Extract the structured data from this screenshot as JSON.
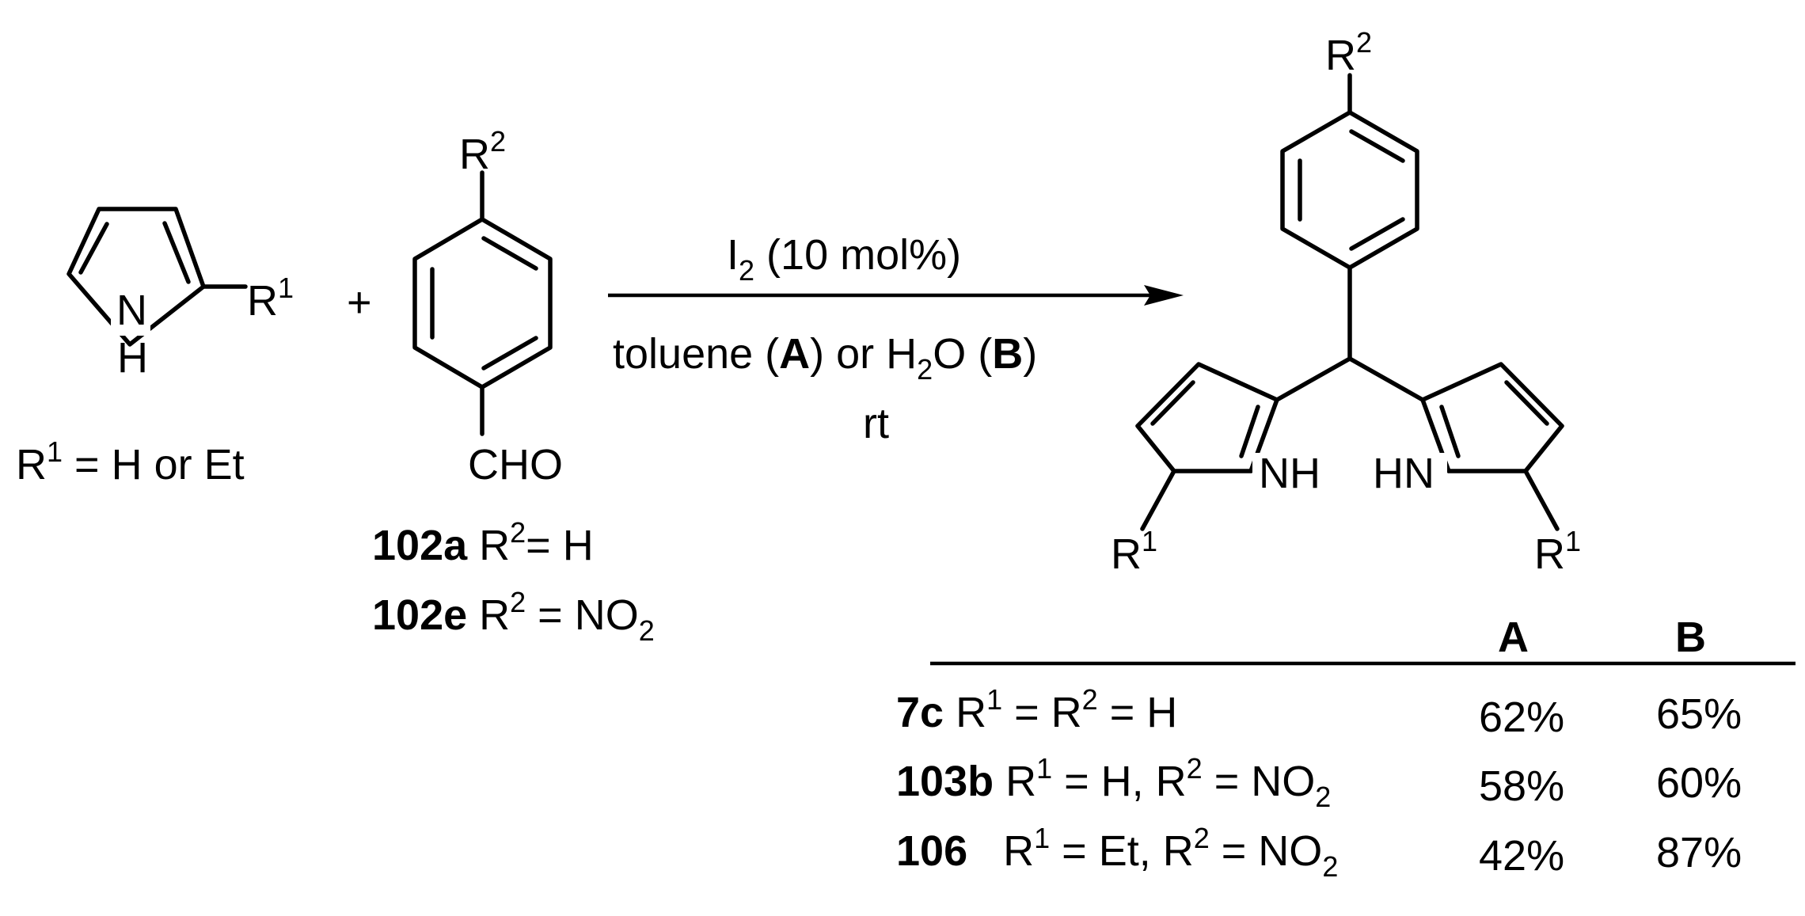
{
  "pyrrole": {
    "sub_r": "R",
    "sub_idx": "1",
    "n": "N",
    "h": "H",
    "note_r": "R",
    "note_idx": "1",
    "note_rest": " = H or Et"
  },
  "plus": "+",
  "aldehyde": {
    "sub_r": "R",
    "sub_idx": "2",
    "cho": "CHO",
    "line1_bold": "102a",
    "line1_r": " R",
    "line1_idx": "2",
    "line1_rest": "= H",
    "line2_bold": "102e",
    "line2_r": " R",
    "line2_idx": "2",
    "line2_eq": " = NO",
    "line2_sub": "2"
  },
  "conditions": {
    "cat_i": "I",
    "cat_sub": "2",
    "cat_rest": " (10 mol%)",
    "solv_pre": "toluene (",
    "solv_a": "A",
    "solv_mid": ") or H",
    "solv_sub": "2",
    "solv_o": "O (",
    "solv_b": "B",
    "solv_end": ")",
    "temp": "rt"
  },
  "product": {
    "top_r": "R",
    "top_idx": "2",
    "nh": "NH",
    "hn": "HN",
    "left_r": "R",
    "left_idx": "1",
    "right_r": "R",
    "right_idx": "1"
  },
  "table": {
    "col_a": "A",
    "col_b": "B",
    "rows": [
      {
        "id": "7c",
        "r1": " R",
        "i1": "1",
        "t1": " = R",
        "i2": "2",
        "t2": " = H",
        "sub": "",
        "a": "62%",
        "b": "65%"
      },
      {
        "id": "103b",
        "r1": " R",
        "i1": "1",
        "t1": " = H, R",
        "i2": "2",
        "t2": " = NO",
        "sub": "2",
        "a": "58%",
        "b": "60%"
      },
      {
        "id": "106",
        "r1": "   R",
        "i1": "1",
        "t1": " = Et, R",
        "i2": "2",
        "t2": " = NO",
        "sub": "2",
        "a": "42%",
        "b": "87%"
      }
    ]
  }
}
